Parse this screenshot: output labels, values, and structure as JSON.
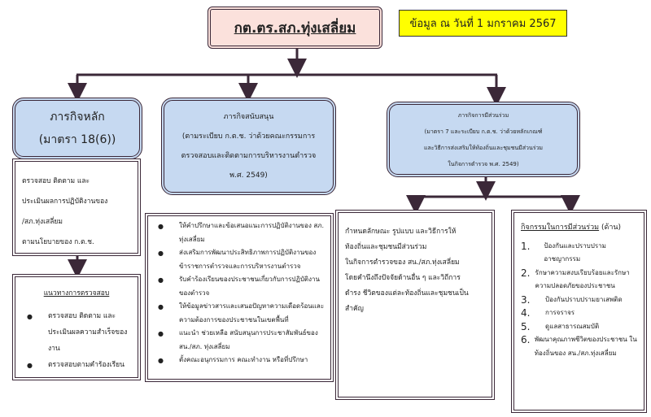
{
  "title": "กต.ตร.สภ.ทุ่งเสลี่ยม",
  "date_note": "ข้อมูล ณ วันที่ 1 มกราคม 2567",
  "main_mission": {
    "title": "ภารกิจหลัก",
    "subtitle": "(มาตรา 18(6))",
    "detail": [
      "ตรวจสอบ ติดตาม และ",
      "ประเมินผลการปฏิบัติงานของ",
      "/สภ.ทุ่งเสลี่ยม",
      "ตามนโยบายของ ก.ต.ช."
    ],
    "guideline_title": "แนวทางการตรวจสอบ",
    "guidelines": [
      "ตรวจสอบ ติดตาม และประเมินผลความสำเร็จของงาน",
      "ตรวจสอบตามคำร้องเรียน"
    ]
  },
  "support_mission": {
    "title": "ภารกิจสนับสนุน",
    "subtitle_lines": [
      "(ตามระเบียบ ก.ต.ช. ว่าด้วยคณะกรรมการ",
      "ตรวจสอบและติดตามการบริหารงานตำรวจ",
      "พ.ศ. 2549)"
    ],
    "items": [
      "ให้คำปรึกษาและข้อเสนอแนะการปฏิบัติงานของ สภ. ทุ่งเสลี่ยม",
      "ส่งเสริมการพัฒนาประสิทธิภาพการปฏิบัติงานของข้าราชการตำรวจและการบริหารงานตำรวจ",
      "รับคำร้องเรียนของประชาชนเกี่ยวกับการปฏิบัติงานของตำรวจ",
      "ให้ข้อมูลข่าวสารและเสนอปัญหาความเดือดร้อนและความต้องการของประชาชนในเขตพื้นที่",
      "แนะนำ ช่วยเหลือ สนับสนุนการประชาสัมพันธ์ของ สน./สภ. ทุ่งเสลี่ยม",
      "ตั้งคณะอนุกรรมการ คณะทำงาน หรือที่ปรึกษา"
    ]
  },
  "participation_mission": {
    "title": "ภารกิจการมีส่วนร่วม",
    "subtitle_lines": [
      "(มาตรา 7 และระเบียบ ก.ต.ช. ว่าด้วยหลักเกณฑ์",
      "และวิธีการส่งเสริมให้ท้องถิ่นและชุมชนมีส่วนร่วม",
      "ในกิจการตำรวจ พ.ศ. 2549)"
    ],
    "detail": [
      "กำหนดลักษณะ รูปแบบ และวิธีการให้",
      "ท้องถิ่นและชุมชนมีส่วนร่วม",
      "ในกิจการตำรวจของ สน./สภ.ทุ่งเสลี่ยม",
      "โดยคำนึงถึงปัจจัยด้านอื่น ๆ และวิถีการ",
      "ดำรง ชีวิตของแต่ละท้องถิ่นและชุมชนเป็น",
      "สำคัญ"
    ],
    "activities_title": "กิจกรรมในการมีส่วนร่วม",
    "activities_suffix": "(ด้าน)",
    "activities": [
      {
        "n": "1.",
        "text": "ป้องกันและปราบปรามอาชญากรรม"
      },
      {
        "n": "2.",
        "text": "รักษาความสงบเรียบร้อยและรักษาความปลอดภัยของประชาชน"
      },
      {
        "n": "3.",
        "text": "ป้องกันปราบปรามยาเสพติด"
      },
      {
        "n": "4.",
        "text": "การจราจร"
      },
      {
        "n": "5.",
        "text": "ดูแลสาธารณสมบัติ"
      },
      {
        "n": "6.",
        "text": "พัฒนาคุณภาพชีวิตของประชาชน ในท้องถิ่นของ สน./สภ.ทุ่งเสลี่ยม"
      }
    ]
  }
}
